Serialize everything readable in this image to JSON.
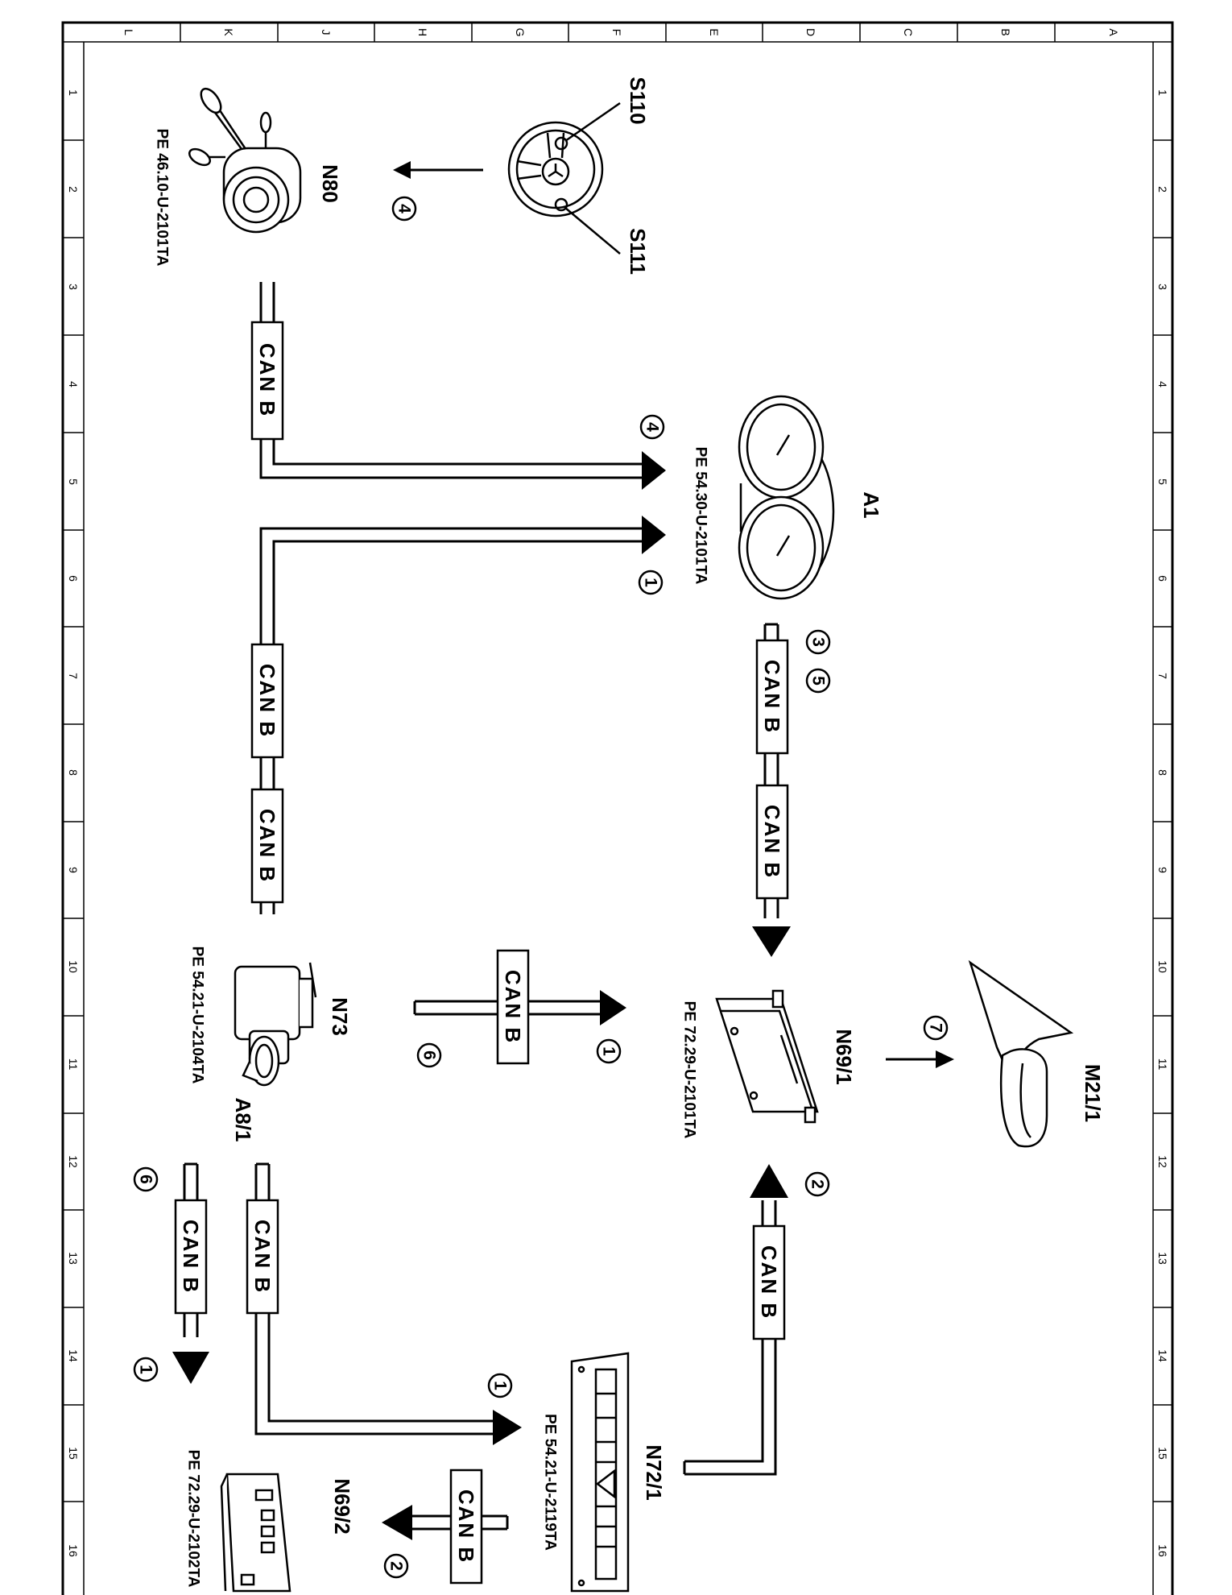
{
  "grid": {
    "letters": [
      "L",
      "K",
      "J",
      "H",
      "G",
      "F",
      "E",
      "D",
      "C",
      "B",
      "A"
    ],
    "numbers": [
      "1",
      "2",
      "3",
      "4",
      "5",
      "6",
      "7",
      "8",
      "9",
      "10",
      "11",
      "12",
      "13",
      "14",
      "15",
      "16"
    ]
  },
  "components": {
    "s110": "S110",
    "s111": "S111",
    "n80": "N80",
    "a1": "A1",
    "n69_1": "N69/1",
    "m21_1": "M21/1",
    "n73": "N73",
    "a8_1": "A8/1",
    "n72_1": "N72/1",
    "n69_2": "N69/2"
  },
  "references": {
    "n80": "PE 46.10-U-2101TA",
    "a1": "PE 54.30-U-2101TA",
    "n73": "PE 54.21-U-2104TA",
    "n69_1": "PE 72.29-U-2101TA",
    "n72_1": "PE 54.21-U-2119TA",
    "n69_2": "PE 72.29-U-2102TA"
  },
  "bus_label": "CAN B",
  "steps": {
    "s1": "1",
    "s2": "2",
    "s3": "3",
    "s4": "4",
    "s5": "5",
    "s6": "6",
    "s7": "7"
  }
}
